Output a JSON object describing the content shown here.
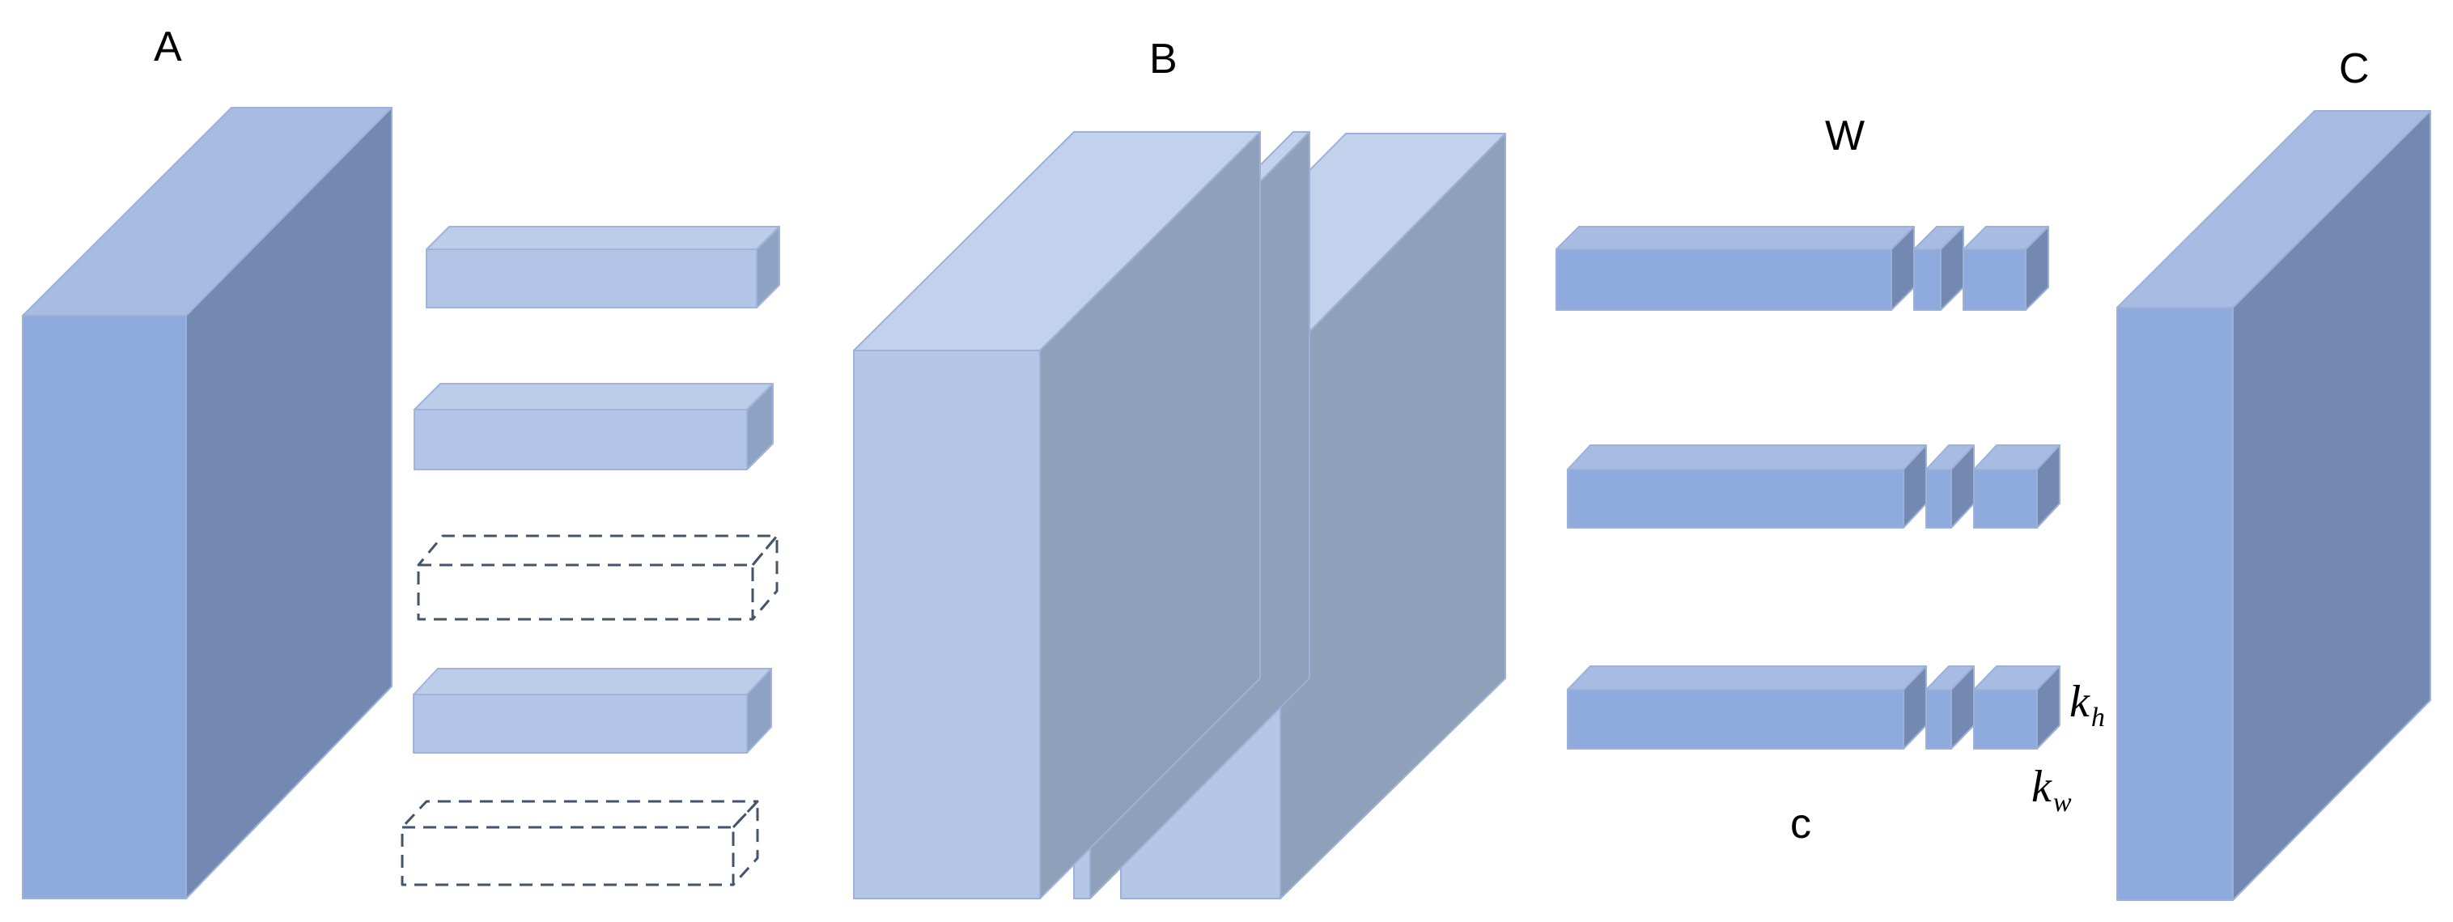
{
  "labels": {
    "a": "A",
    "b": "B",
    "c_tensor": "C",
    "w": "W",
    "c_channel": "c",
    "kh_base": "k",
    "kh_sub": "h",
    "kw_base": "k",
    "kw_sub": "w"
  },
  "colors": {
    "solid_front": "#8faadc",
    "solid_top": "#a7bbe3",
    "solid_side": "#7389b2",
    "light_front": "#b4c7e7",
    "light_top": "#c3d2ec",
    "light_side": "#8fa0ba",
    "pale_front": "#b3c5e6",
    "pale_top": "#bccde9",
    "pale_side": "#8ea2c4",
    "dashed_outline": "#44546a"
  }
}
